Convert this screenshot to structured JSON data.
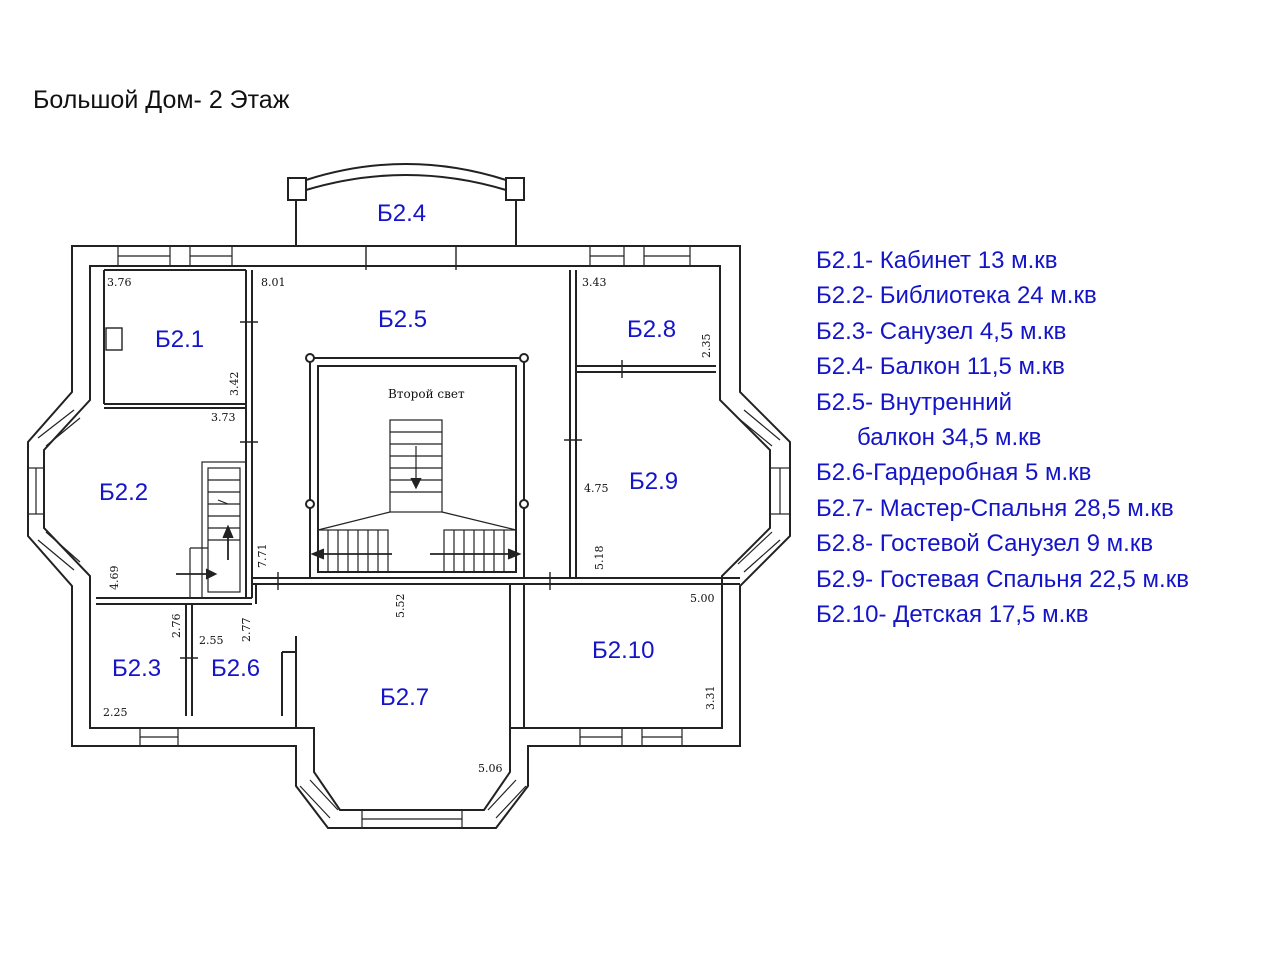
{
  "title": "Большой Дом- 2 Этаж",
  "colors": {
    "room_label": "#1414c8",
    "wall": "#222222",
    "background": "#ffffff"
  },
  "rooms": {
    "b21": "Б2.1",
    "b22": "Б2.2",
    "b23": "Б2.3",
    "b24": "Б2.4",
    "b25": "Б2.5",
    "b26": "Б2.6",
    "b27": "Б2.7",
    "b28": "Б2.8",
    "b29": "Б2.9",
    "b210": "Б2.10"
  },
  "plan_note": "Второй свет",
  "dimensions": {
    "d376": "3.76",
    "d801": "8.01",
    "d343": "3.43",
    "d342": "3.42",
    "d373": "3.73",
    "d235": "2.35",
    "d475": "4.75",
    "d469": "4.69",
    "d771": "7.71",
    "d518": "5.18",
    "d552": "5.52",
    "d500": "5.00",
    "d276": "2.76",
    "d255": "2.55",
    "d277": "2.77",
    "d331": "3.31",
    "d225": "2.25",
    "d506": "5.06"
  },
  "legend": [
    "Б2.1- Кабинет 13 м.кв",
    "Б2.2- Библиотека 24 м.кв",
    "Б2.3- Санузел 4,5 м.кв",
    "Б2.4- Балкон 11,5 м.кв",
    "Б2.5- Внутренний",
    "балкон 34,5 м.кв",
    "Б2.6-Гардеробная 5 м.кв",
    "Б2.7- Мастер-Спальня 28,5 м.кв",
    "Б2.8- Гостевой Санузел 9 м.кв",
    "Б2.9- Гостевая Спальня 22,5 м.кв",
    "Б2.10- Детская 17,5 м.кв"
  ]
}
